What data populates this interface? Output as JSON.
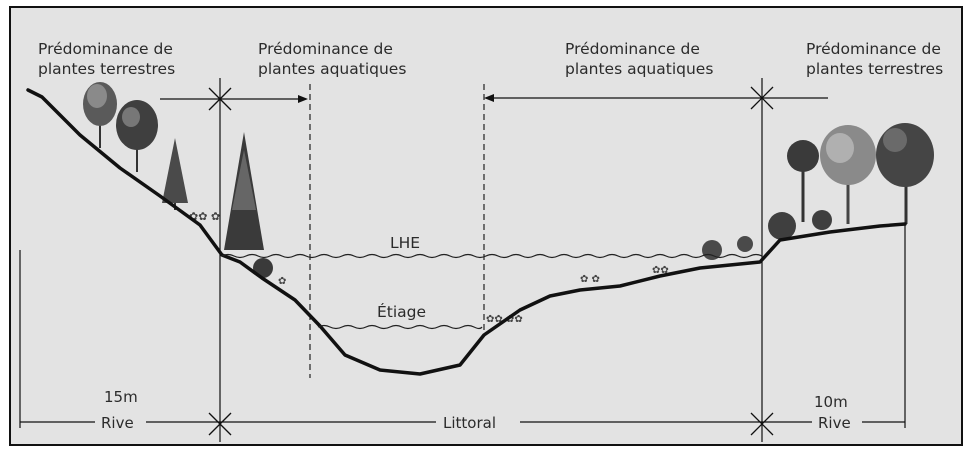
{
  "labels": {
    "left_terrestrial": [
      "Prédominance de",
      "plantes terrestres"
    ],
    "left_aquatic": [
      "Prédominance de",
      "plantes  aquatiques"
    ],
    "right_aquatic": [
      "Prédominance de",
      "plantes aquatiques"
    ],
    "right_terrestrial": [
      "Prédominance de",
      "plantes terrestres"
    ],
    "lhe": "LHE",
    "etiage": "Étiage",
    "left_width": "15m",
    "left_zone": "Rive",
    "center_zone": "Littoral",
    "right_width": "10m",
    "right_zone": "Rive"
  },
  "colors": {
    "background": "#e3e3e3",
    "ink": "#111111",
    "foliage": "#4a4a4a"
  }
}
